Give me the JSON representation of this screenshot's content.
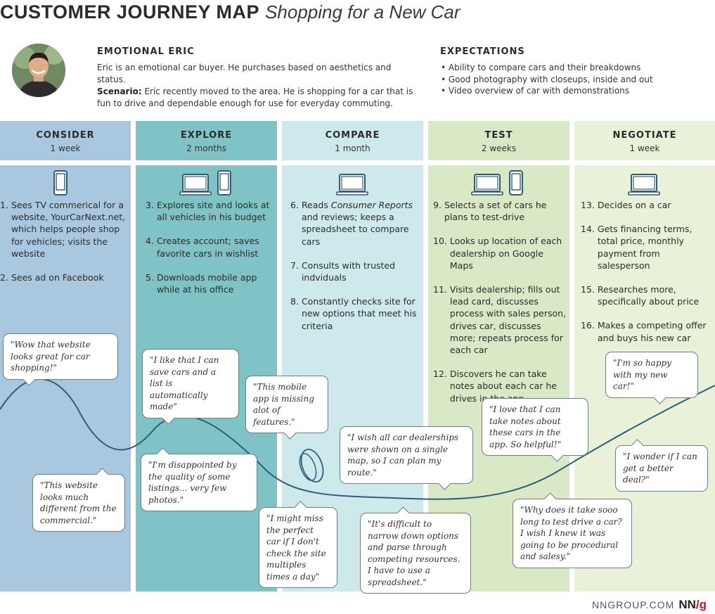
{
  "header": {
    "title": "CUSTOMER JOURNEY MAP",
    "subtitle": "Shopping for a New Car"
  },
  "persona": {
    "name": "EMOTIONAL ERIC",
    "description": "Eric is an emotional car buyer. He purchases based on aesthetics and status.",
    "scenario_label": "Scenario:",
    "scenario_text": " Eric recently moved to the area. He is shopping for a car that is fun to drive and dependable enough for use for everyday commuting."
  },
  "expectations": {
    "heading": "EXPECTATIONS",
    "items": [
      "Ability to compare cars and their breakdowns",
      "Good photography with closeups, inside and out",
      "Video overview of car with demonstrations"
    ]
  },
  "colors": {
    "consider": "#a9c8e0",
    "explore": "#7fc3c6",
    "compare": "#cde9ec",
    "test": "#d9e9c6",
    "negotiate": "#e9f1d8",
    "curve": "#2f5d78"
  },
  "phases": [
    {
      "name": "CONSIDER",
      "duration": "1 week",
      "steps": [
        {
          "num": "1.",
          "text": "Sees TV commerical for a website, YourCarNext.net, which helps people shop for vehicles; visits the website"
        },
        {
          "num": "2.",
          "text": "Sees ad on Facebook"
        }
      ]
    },
    {
      "name": "EXPLORE",
      "duration": "2 months",
      "steps": [
        {
          "num": "3.",
          "text": "Explores site and looks at all vehicles in his budget"
        },
        {
          "num": "4.",
          "text": "Creates account; saves favorite cars in wishlist"
        },
        {
          "num": "5.",
          "text": "Downloads mobile app while at his office"
        }
      ]
    },
    {
      "name": "COMPARE",
      "duration": "1 month",
      "steps": [
        {
          "num": "6.",
          "text_pre": "Reads ",
          "text_em": "Consumer Reports",
          "text_post": " and reviews; keeps a spreadsheet to compare cars"
        },
        {
          "num": "7.",
          "text": "Consults with trusted indviduals"
        },
        {
          "num": "8.",
          "text": "Constantly checks site for new options that meet his criteria"
        }
      ]
    },
    {
      "name": "TEST",
      "duration": "2 weeks",
      "steps": [
        {
          "num": "9.",
          "text": "Selects a set of cars he plans to test-drive"
        },
        {
          "num": "10.",
          "text": "Looks up location of each dealership on Google Maps"
        },
        {
          "num": "11.",
          "text": "Visits dealership; fills out lead card, discusses process with sales person, drives car, discusses more; repeats process for each car"
        },
        {
          "num": "12.",
          "text": "Discovers he can take notes about each car he drives in the app"
        }
      ]
    },
    {
      "name": "NEGOTIATE",
      "duration": "1 week",
      "steps": [
        {
          "num": "13.",
          "text": "Decides on a car"
        },
        {
          "num": "14.",
          "text": "Gets financing terms, total price, monthly payment from salesperson"
        },
        {
          "num": "15.",
          "text": "Researches more, specifically about price"
        },
        {
          "num": "16.",
          "text": "Makes a competing offer and buys his new car"
        }
      ]
    }
  ],
  "quotes": {
    "q1": "\"Wow that website looks great for car shopping!\"",
    "q2": "\"This website looks much different from the commercial.\"",
    "q3": "\"I like that I can save cars and a list is automatically made\"",
    "q4": "\"I'm disappointed by the quality of some listings... very few photos.\"",
    "q5": "\"This mobile app is missing alot of features.\"",
    "q6": "\"I might miss the perfect car if I don't check the site multiples times a day\"",
    "q7": "\"I wish all car dealerships were shown on a single map, so I can plan my route.\"",
    "q8": "\"It's difficult to narrow down options and parse through competing resources. I have to use a spreadsheet.\"",
    "q9": "\"I love that I can take notes about these cars in the app. So helpful!\"",
    "q10": "\"Why does it take sooo long to test drive a car? I wish I knew it was going to be procedural and salesy.\"",
    "q11": "\"I'm so happy with my new car!\"",
    "q12": "\"I wonder if I can get a better deal?\""
  },
  "footer": {
    "site": "NNGROUP.COM",
    "logo_nn": "NN",
    "logo_g": "/g"
  }
}
